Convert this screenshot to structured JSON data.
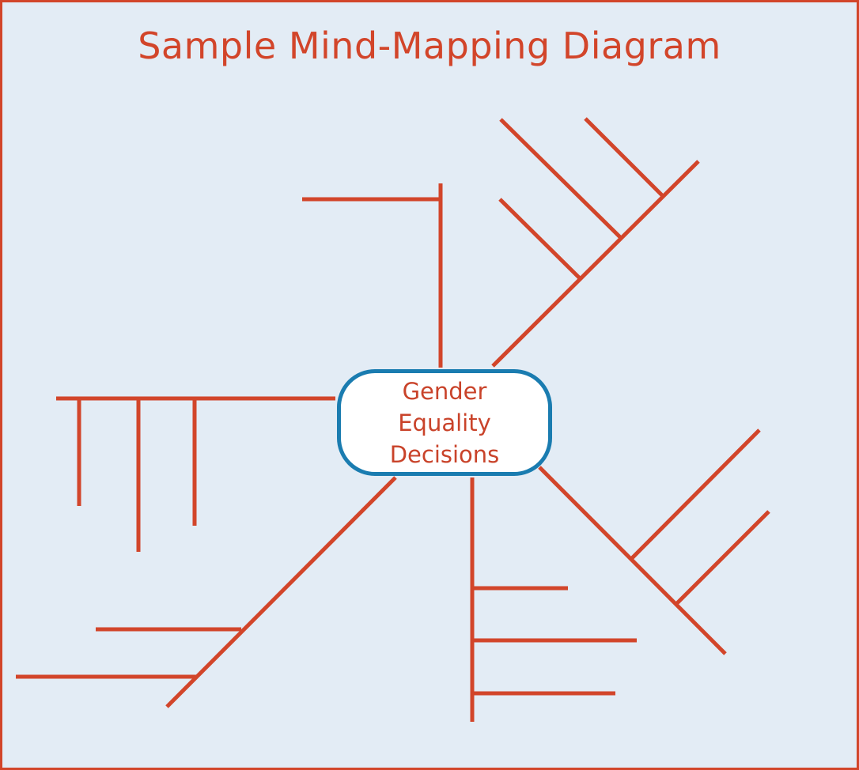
{
  "title": "Sample Mind-Mapping Diagram",
  "center_topic": {
    "lines": [
      "Gender",
      "Equality",
      "Decisions"
    ]
  },
  "colors": {
    "background": "#e3ecf5",
    "frame": "#d2452a",
    "lines": "#d2452a",
    "title_text": "#d2452a",
    "node_text": "#c9432a",
    "node_border": "#1a7cb0",
    "node_fill": "#ffffff"
  }
}
